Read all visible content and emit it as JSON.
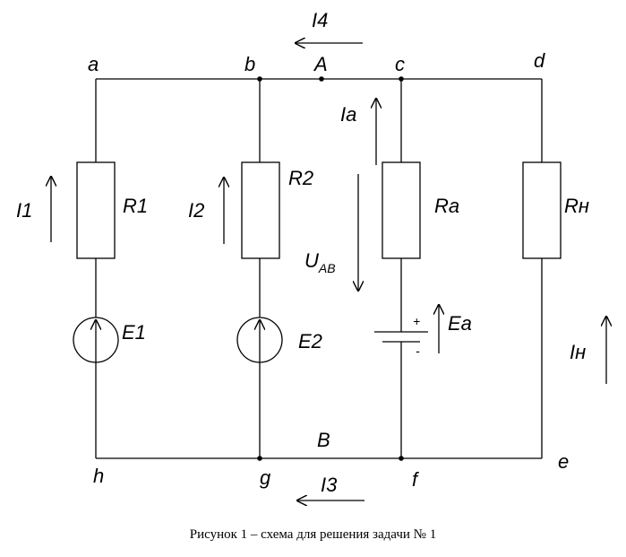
{
  "nodes": {
    "a": "a",
    "b": "b",
    "c": "c",
    "d": "d",
    "e": "e",
    "f": "f",
    "g": "g",
    "h": "h",
    "A": "A",
    "B": "B"
  },
  "components": {
    "R1": "R1",
    "R2": "R2",
    "Ra": "Ra",
    "Rn": "Rн",
    "E1": "E1",
    "E2": "E2",
    "Ea": "Ea"
  },
  "currents": {
    "I1": "I1",
    "I2": "I2",
    "I3": "I3",
    "I4": "I4",
    "Ia": "Ia",
    "In": "Iн"
  },
  "voltage": {
    "main": "U",
    "sub": "AB"
  },
  "polarity": {
    "plus": "+",
    "minus": "-"
  },
  "caption": "Рисунок 1 – схема для решения задачи № 1"
}
